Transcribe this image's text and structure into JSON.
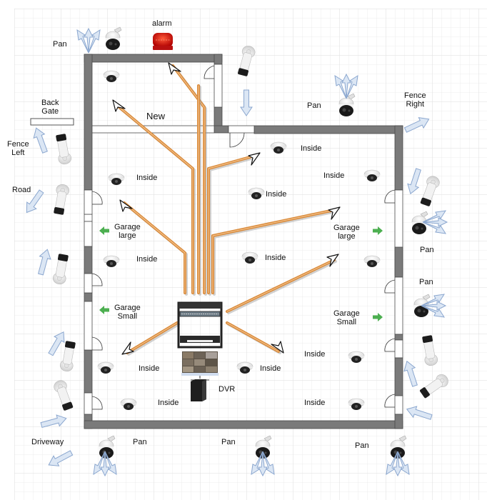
{
  "diagram": {
    "title": "CCTV camera layout floor plan",
    "colors": {
      "grid": "#e6e6e6",
      "wall": "#7a7a7a",
      "wall_edge": "#4a4a4a",
      "cable": "#d98a3a",
      "cable_shadow": "#9a9a9a",
      "view_arrow_fill": "#dbe6f4",
      "view_arrow_stroke": "#8ba7cf",
      "garage_arrow": "#4caf50",
      "alarm": "#e01818"
    },
    "labels": {
      "alarm": "alarm",
      "new": "New",
      "back_gate": [
        "Back",
        "Gate"
      ],
      "fence_left": [
        "Fence",
        "Left"
      ],
      "fence_right": [
        "Fence",
        "Right"
      ],
      "road": "Road",
      "driveway": "Driveway",
      "dvr": "DVR",
      "garage_large_left": [
        "Garage",
        "large"
      ],
      "garage_small_left": [
        "Garage",
        "Small"
      ],
      "garage_large_right": [
        "Garage",
        "large"
      ],
      "garage_small_right": [
        "Garage",
        "Small"
      ]
    },
    "pan_cameras": [
      {
        "id": "pan-top-left",
        "label": "Pan"
      },
      {
        "id": "pan-top-right",
        "label": "Pan"
      },
      {
        "id": "pan-right-upper",
        "label": "Pan"
      },
      {
        "id": "pan-right-lower",
        "label": "Pan"
      },
      {
        "id": "pan-bottom-left",
        "label": "Pan"
      },
      {
        "id": "pan-bottom-mid",
        "label": "Pan"
      },
      {
        "id": "pan-bottom-right",
        "label": "Pan"
      }
    ],
    "dome_cameras": [
      {
        "id": "dome-new-room",
        "label": ""
      },
      {
        "id": "dome-upper-left",
        "label": "Inside"
      },
      {
        "id": "dome-upper-center",
        "label": "Inside"
      },
      {
        "id": "dome-center",
        "label": "Inside"
      },
      {
        "id": "dome-right-upper",
        "label": "Inside"
      },
      {
        "id": "dome-left-mid",
        "label": "Inside"
      },
      {
        "id": "dome-center-mid",
        "label": "Inside"
      },
      {
        "id": "dome-right-mid",
        "label": ""
      },
      {
        "id": "dome-left-low",
        "label": "Inside"
      },
      {
        "id": "dome-center-low",
        "label": "Inside"
      },
      {
        "id": "dome-right-low",
        "label": "Inside"
      },
      {
        "id": "dome-bottom-left",
        "label": "Inside"
      },
      {
        "id": "dome-bottom-right",
        "label": "Inside"
      }
    ],
    "bullet_cameras": [
      {
        "id": "bullet-fence-left"
      },
      {
        "id": "bullet-road"
      },
      {
        "id": "bullet-left-mid"
      },
      {
        "id": "bullet-left-low-1"
      },
      {
        "id": "bullet-left-low-2"
      },
      {
        "id": "bullet-top-door"
      },
      {
        "id": "bullet-right-top"
      },
      {
        "id": "bullet-right-low-1"
      },
      {
        "id": "bullet-right-low-2"
      }
    ],
    "equipment": {
      "rack": "network switch rack",
      "monitor": "multi-view monitor",
      "dvr": "DVR recorder"
    }
  }
}
